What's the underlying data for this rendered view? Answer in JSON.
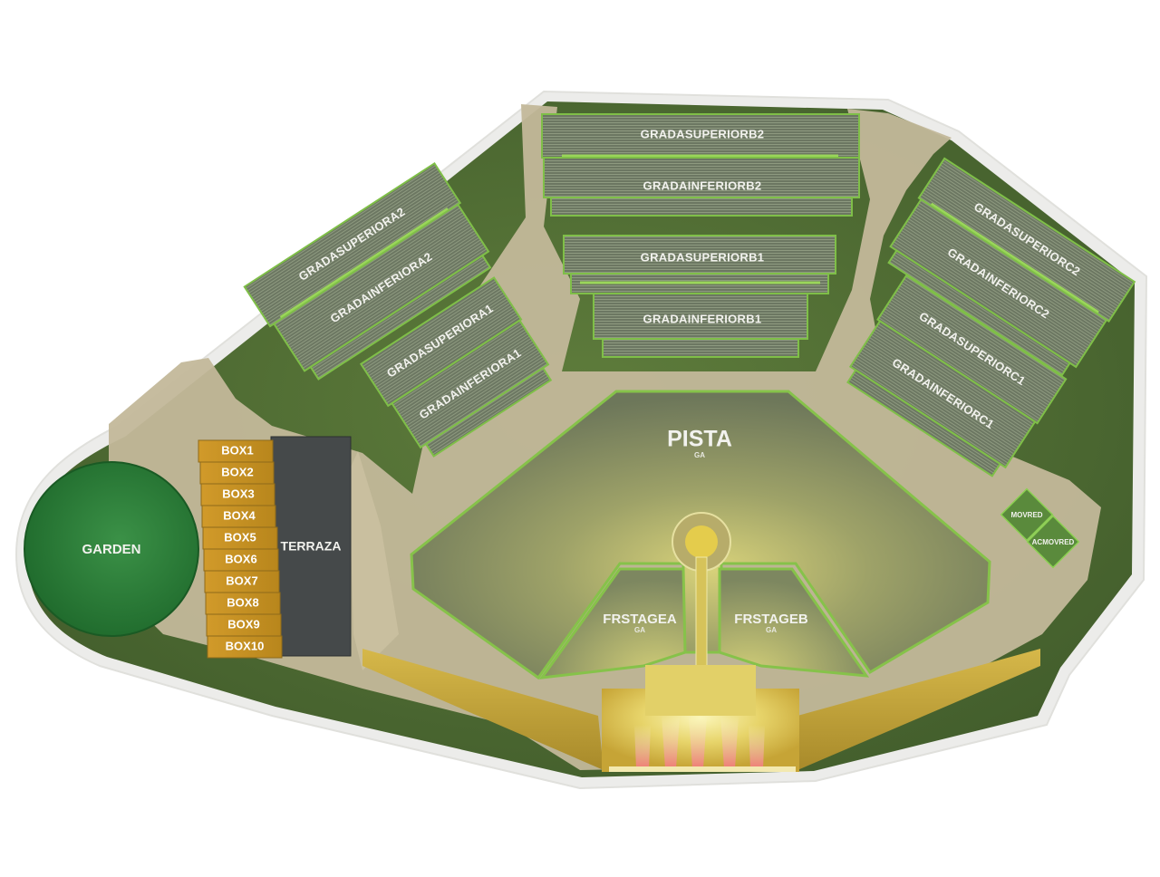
{
  "map": {
    "stands": [
      {
        "id": "gsb2",
        "label": "GRADASUPERIORB2"
      },
      {
        "id": "gib2",
        "label": "GRADAINFERIORB2"
      },
      {
        "id": "gsb1",
        "label": "GRADASUPERIORB1"
      },
      {
        "id": "gib1",
        "label": "GRADAINFERIORB1"
      },
      {
        "id": "gsa2",
        "label": "GRADASUPERIORA2"
      },
      {
        "id": "gia2",
        "label": "GRADAINFERIORA2"
      },
      {
        "id": "gsa1",
        "label": "GRADASUPERIORA1"
      },
      {
        "id": "gia1",
        "label": "GRADAINFERIORA1"
      },
      {
        "id": "gsc2",
        "label": "GRADASUPERIORC2"
      },
      {
        "id": "gic2",
        "label": "GRADAINFERIORC2"
      },
      {
        "id": "gsc1",
        "label": "GRADASUPERIORC1"
      },
      {
        "id": "gic1",
        "label": "GRADAINFERIORC1"
      }
    ],
    "pista": {
      "label": "PISTA",
      "sub": "GA"
    },
    "frontstage_a": {
      "label": "FRSTAGEA",
      "sub": "GA"
    },
    "frontstage_b": {
      "label": "FRSTAGEB",
      "sub": "GA"
    },
    "garden": {
      "label": "GARDEN"
    },
    "terraza": {
      "label": "TERRAZA"
    },
    "boxes": [
      "BOX1",
      "BOX2",
      "BOX3",
      "BOX4",
      "BOX5",
      "BOX6",
      "BOX7",
      "BOX8",
      "BOX9",
      "BOX10"
    ],
    "movred": {
      "label": "MOVRED"
    },
    "acmovred": {
      "label": "ACMOVRED"
    }
  },
  "colors": {
    "background": "#ffffff",
    "outline": "#e7e7e3",
    "grass": "#4f6b34",
    "path": "#c4b99b",
    "stand": "#6e7a60",
    "stand_edge": "#86c24a",
    "pista": "#848c5c",
    "garden": "#2b7d36",
    "terraza": "#45494a",
    "box": "#c79224",
    "stage": "#c6a436"
  }
}
